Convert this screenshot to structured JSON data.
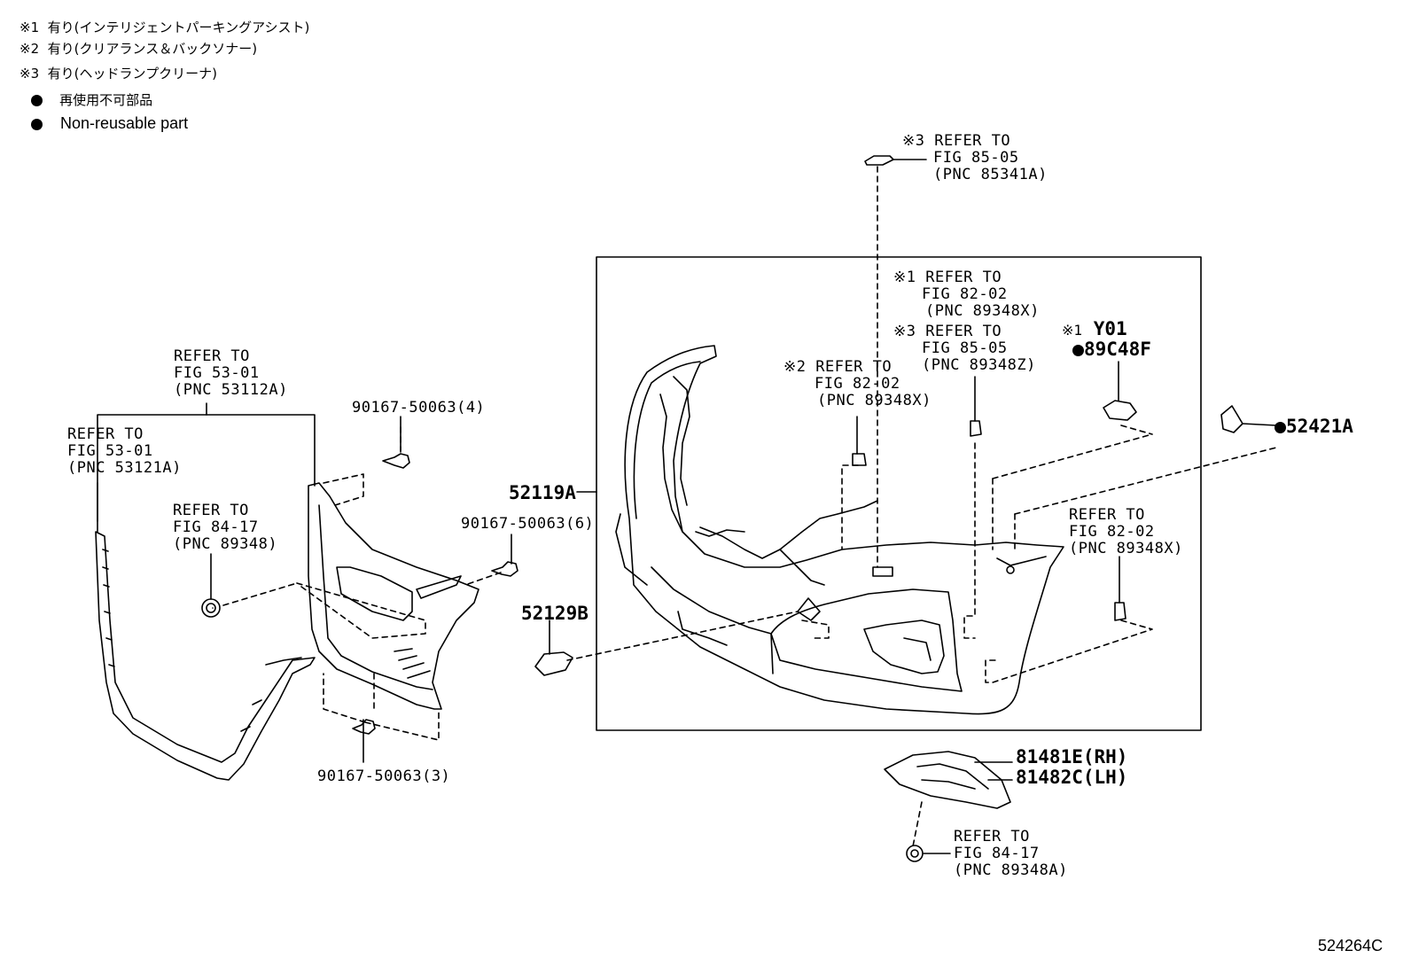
{
  "legend": {
    "notes": [
      {
        "mark": "※1",
        "text": "有り(インテリジェントパーキングアシスト)"
      },
      {
        "mark": "※2",
        "text": "有り(クリアランス＆バックソナー)"
      },
      {
        "mark": "※3",
        "text": "有り(ヘッドランプクリーナ)"
      }
    ],
    "non_reusable_jp": "再使用不可部品",
    "non_reusable_en": "Non-reusable part"
  },
  "labels": {
    "ref_85341a": {
      "mark": "※3",
      "l1": "REFER TO",
      "l2": "FIG 85-05",
      "l3": "(PNC 85341A)"
    },
    "ref_89348x_top": {
      "mark": "※1",
      "l1": "REFER TO",
      "l2": "FIG 82-02",
      "l3": "(PNC 89348X)"
    },
    "ref_89348z": {
      "mark": "※3",
      "l1": "REFER TO",
      "l2": "FIG 85-05",
      "l3": "(PNC 89348Z)"
    },
    "ref_89348x_mid": {
      "mark": "※2",
      "l1": "REFER TO",
      "l2": "FIG 82-02",
      "l3": "(PNC 89348X)"
    },
    "ref_89348x_right": {
      "l1": "REFER TO",
      "l2": "FIG 82-02",
      "l3": "(PNC 89348X)"
    },
    "ref_53112a": {
      "l1": "REFER TO",
      "l2": "FIG 53-01",
      "l3": "(PNC 53112A)"
    },
    "ref_53121a": {
      "l1": "REFER TO",
      "l2": "FIG 53-01",
      "l3": "(PNC 53121A)"
    },
    "ref_89348": {
      "l1": "REFER TO",
      "l2": "FIG 84-17",
      "l3": "(PNC 89348)"
    },
    "ref_89348a": {
      "l1": "REFER TO",
      "l2": "FIG 84-17",
      "l3": "(PNC 89348A)"
    },
    "y01_mark": "※1",
    "y01": "Y01",
    "p89c48f": "89C48F",
    "p52421a": "52421A",
    "p52119a": "52119A",
    "p52129b": "52129B",
    "bolt4": "90167-50063(4)",
    "bolt6": "90167-50063(6)",
    "bolt3": "90167-50063(3)",
    "p81481e": "81481E(RH)",
    "p81482c": "81482C(LH)",
    "fig_number": "524264C"
  }
}
